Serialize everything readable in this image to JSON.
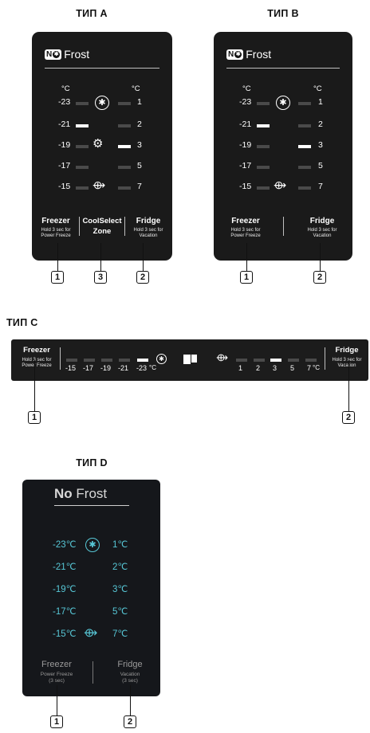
{
  "typeA": {
    "title": "ТИП A",
    "logo_letters": "N",
    "logo_word": "Frost",
    "unit": "°C",
    "freezer_temps": [
      "-23",
      "-21",
      "-19",
      "-17",
      "-15"
    ],
    "fridge_temps": [
      "1",
      "2",
      "3",
      "5",
      "7"
    ],
    "freezer_label": "Freezer",
    "freezer_hint_1": "Hold 3 sec for",
    "freezer_hint_2": "Power Freeze",
    "cool_label_1": "CoolSelect",
    "cool_label_2": "Zone",
    "fridge_label": "Fridge",
    "fridge_hint_1": "Hold 3 sec for",
    "fridge_hint_2": "Vacation",
    "callouts": [
      "1",
      "3",
      "2"
    ]
  },
  "typeB": {
    "title": "ТИП B",
    "logo_letters": "N",
    "logo_word": "Frost",
    "unit": "°C",
    "freezer_temps": [
      "-23",
      "-21",
      "-19",
      "-17",
      "-15"
    ],
    "fridge_temps": [
      "1",
      "2",
      "3",
      "5",
      "7"
    ],
    "freezer_label": "Freezer",
    "freezer_hint_1": "Hold 3 sec for",
    "freezer_hint_2": "Power Freeze",
    "fridge_label": "Fridge",
    "fridge_hint_1": "Hold 3 sec for",
    "fridge_hint_2": "Vacation",
    "callouts": [
      "1",
      "2"
    ]
  },
  "typeC": {
    "title": "ТИП C",
    "freezer_label": "Freezer",
    "freezer_hint_1": "Hold 3 sec for",
    "freezer_hint_2": "Power Freeze",
    "freezer_temps": [
      "-15",
      "-17",
      "-19",
      "-21",
      "-23"
    ],
    "freezer_unit": "°C",
    "fridge_temps": [
      "1",
      "2",
      "3",
      "5",
      "7"
    ],
    "fridge_unit": "°C",
    "fridge_label": "Fridge",
    "fridge_hint_1": "Hold 3 sec for",
    "fridge_hint_2": "Vacation",
    "callouts": [
      "1",
      "2"
    ]
  },
  "typeD": {
    "title": "ТИП D",
    "logo_bold": "No",
    "logo_word": "Frost",
    "freezer_temps": [
      "-23℃",
      "-21℃",
      "-19℃",
      "-17℃",
      "-15℃"
    ],
    "fridge_temps": [
      "1℃",
      "2℃",
      "3℃",
      "5℃",
      "7℃"
    ],
    "freezer_label": "Freezer",
    "freezer_hint_1": "Power Freeze",
    "freezer_hint_2": "(3 sec)",
    "fridge_label": "Fridge",
    "fridge_hint_1": "Vacation",
    "fridge_hint_2": "(3 sec)",
    "callouts": [
      "1",
      "2"
    ]
  }
}
